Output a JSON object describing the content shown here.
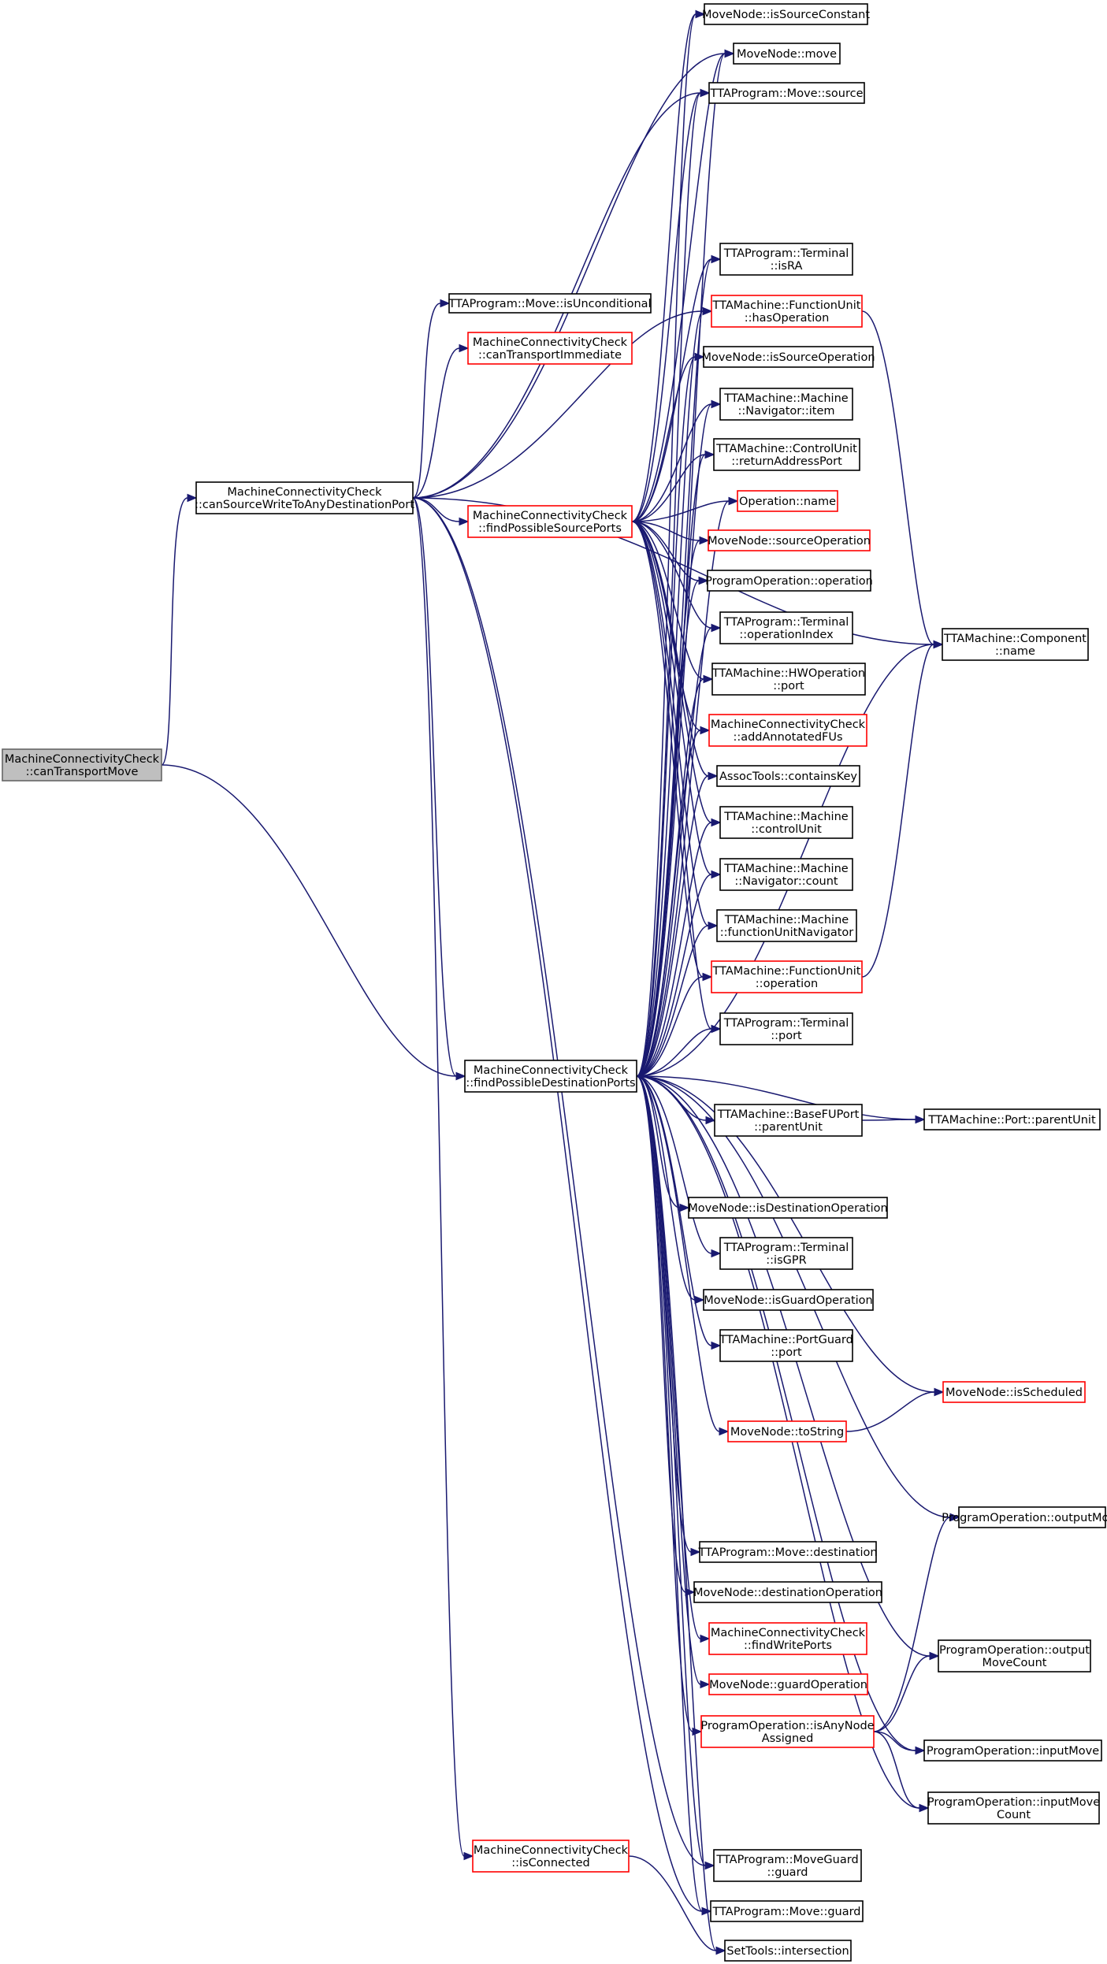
{
  "colors": {
    "edge": "#191970",
    "border_normal": "#000000",
    "border_red": "#ff0000",
    "border_root": "#666666",
    "fill_root": "#bfbfbf",
    "fill_normal": "#ffffff"
  },
  "nodes": [
    {
      "id": "root",
      "lines": [
        "MachineConnectivityCheck",
        "::canTransportMove"
      ],
      "style": "root"
    },
    {
      "id": "cswp",
      "lines": [
        "MachineConnectivityCheck",
        "::canSourceWriteToAnyDestinationPort"
      ],
      "style": "normal"
    },
    {
      "id": "isUncond",
      "lines": [
        "TTAProgram::Move::isUnconditional"
      ],
      "style": "normal"
    },
    {
      "id": "canTI",
      "lines": [
        "MachineConnectivityCheck",
        "::canTransportImmediate"
      ],
      "style": "red"
    },
    {
      "id": "fpsp",
      "lines": [
        "MachineConnectivityCheck",
        "::findPossibleSourcePorts"
      ],
      "style": "red"
    },
    {
      "id": "fpdp",
      "lines": [
        "MachineConnectivityCheck",
        "::findPossibleDestinationPorts"
      ],
      "style": "normal"
    },
    {
      "id": "isConn",
      "lines": [
        "MachineConnectivityCheck",
        "::isConnected"
      ],
      "style": "red"
    },
    {
      "id": "isSrcConst",
      "lines": [
        "MoveNode::isSourceConstant"
      ],
      "style": "normal"
    },
    {
      "id": "mnMove",
      "lines": [
        "MoveNode::move"
      ],
      "style": "normal"
    },
    {
      "id": "mvSource",
      "lines": [
        "TTAProgram::Move::source"
      ],
      "style": "normal"
    },
    {
      "id": "termIsRA",
      "lines": [
        "TTAProgram::Terminal",
        "::isRA"
      ],
      "style": "normal"
    },
    {
      "id": "fuHasOp",
      "lines": [
        "TTAMachine::FunctionUnit",
        "::hasOperation"
      ],
      "style": "red"
    },
    {
      "id": "isSrcOp",
      "lines": [
        "MoveNode::isSourceOperation"
      ],
      "style": "normal"
    },
    {
      "id": "navItem",
      "lines": [
        "TTAMachine::Machine",
        "::Navigator::item"
      ],
      "style": "normal"
    },
    {
      "id": "cuRAP",
      "lines": [
        "TTAMachine::ControlUnit",
        "::returnAddressPort"
      ],
      "style": "normal"
    },
    {
      "id": "opName",
      "lines": [
        "Operation::name"
      ],
      "style": "red"
    },
    {
      "id": "srcOp",
      "lines": [
        "MoveNode::sourceOperation"
      ],
      "style": "red"
    },
    {
      "id": "poOp",
      "lines": [
        "ProgramOperation::operation"
      ],
      "style": "normal"
    },
    {
      "id": "termOpIdx",
      "lines": [
        "TTAProgram::Terminal",
        "::operationIndex"
      ],
      "style": "normal"
    },
    {
      "id": "hwPort",
      "lines": [
        "TTAMachine::HWOperation",
        "::port"
      ],
      "style": "normal"
    },
    {
      "id": "addAnn",
      "lines": [
        "MachineConnectivityCheck",
        "::addAnnotatedFUs"
      ],
      "style": "red"
    },
    {
      "id": "containsKey",
      "lines": [
        "AssocTools::containsKey"
      ],
      "style": "normal"
    },
    {
      "id": "ctrlUnit",
      "lines": [
        "TTAMachine::Machine",
        "::controlUnit"
      ],
      "style": "normal"
    },
    {
      "id": "navCount",
      "lines": [
        "TTAMachine::Machine",
        "::Navigator::count"
      ],
      "style": "normal"
    },
    {
      "id": "fuNav",
      "lines": [
        "TTAMachine::Machine",
        "::functionUnitNavigator"
      ],
      "style": "normal"
    },
    {
      "id": "fuOperation",
      "lines": [
        "TTAMachine::FunctionUnit",
        "::operation"
      ],
      "style": "red"
    },
    {
      "id": "termPort",
      "lines": [
        "TTAProgram::Terminal",
        "::port"
      ],
      "style": "normal"
    },
    {
      "id": "compName",
      "lines": [
        "TTAMachine::Component",
        "::name"
      ],
      "style": "normal"
    },
    {
      "id": "baseParent",
      "lines": [
        "TTAMachine::BaseFUPort",
        "::parentUnit"
      ],
      "style": "normal"
    },
    {
      "id": "portParent",
      "lines": [
        "TTAMachine::Port::parentUnit"
      ],
      "style": "normal"
    },
    {
      "id": "isDstOp",
      "lines": [
        "MoveNode::isDestinationOperation"
      ],
      "style": "normal"
    },
    {
      "id": "termIsGPR",
      "lines": [
        "TTAProgram::Terminal",
        "::isGPR"
      ],
      "style": "normal"
    },
    {
      "id": "isGuardOp",
      "lines": [
        "MoveNode::isGuardOperation"
      ],
      "style": "normal"
    },
    {
      "id": "pgPort",
      "lines": [
        "TTAMachine::PortGuard",
        "::port"
      ],
      "style": "normal"
    },
    {
      "id": "isSched",
      "lines": [
        "MoveNode::isScheduled"
      ],
      "style": "red"
    },
    {
      "id": "toStr",
      "lines": [
        "MoveNode::toString"
      ],
      "style": "red"
    },
    {
      "id": "outMove",
      "lines": [
        "ProgramOperation::outputMove"
      ],
      "style": "normal"
    },
    {
      "id": "mvDest",
      "lines": [
        "TTAProgram::Move::destination"
      ],
      "style": "normal"
    },
    {
      "id": "dstOp",
      "lines": [
        "MoveNode::destinationOperation"
      ],
      "style": "normal"
    },
    {
      "id": "findWP",
      "lines": [
        "MachineConnectivityCheck",
        "::findWritePorts"
      ],
      "style": "red"
    },
    {
      "id": "guardOp",
      "lines": [
        "MoveNode::guardOperation"
      ],
      "style": "red"
    },
    {
      "id": "outMoveCount",
      "lines": [
        "ProgramOperation::output",
        "MoveCount"
      ],
      "style": "normal"
    },
    {
      "id": "isAnyNode",
      "lines": [
        "ProgramOperation::isAnyNode",
        "Assigned"
      ],
      "style": "red"
    },
    {
      "id": "inMove",
      "lines": [
        "ProgramOperation::inputMove"
      ],
      "style": "normal"
    },
    {
      "id": "inMoveCount",
      "lines": [
        "ProgramOperation::inputMove",
        "Count"
      ],
      "style": "normal"
    },
    {
      "id": "mgGuard",
      "lines": [
        "TTAProgram::MoveGuard",
        "::guard"
      ],
      "style": "normal"
    },
    {
      "id": "mvGuard",
      "lines": [
        "TTAProgram::Move::guard"
      ],
      "style": "normal"
    },
    {
      "id": "setInter",
      "lines": [
        "SetTools::intersection"
      ],
      "style": "normal"
    }
  ],
  "edges": [
    [
      "root",
      "cswp"
    ],
    [
      "root",
      "fpdp"
    ],
    [
      "cswp",
      "isUncond"
    ],
    [
      "cswp",
      "canTI"
    ],
    [
      "cswp",
      "fpsp"
    ],
    [
      "cswp",
      "fpdp"
    ],
    [
      "cswp",
      "isConn"
    ],
    [
      "cswp",
      "mnMove"
    ],
    [
      "cswp",
      "mvSource"
    ],
    [
      "cswp",
      "fuHasOp"
    ],
    [
      "cswp",
      "compName"
    ],
    [
      "cswp",
      "mgGuard"
    ],
    [
      "cswp",
      "mvGuard"
    ],
    [
      "fpsp",
      "isSrcConst"
    ],
    [
      "fpsp",
      "mnMove"
    ],
    [
      "fpsp",
      "mvSource"
    ],
    [
      "fpsp",
      "termIsRA"
    ],
    [
      "fpsp",
      "isSrcOp"
    ],
    [
      "fpsp",
      "navItem"
    ],
    [
      "fpsp",
      "cuRAP"
    ],
    [
      "fpsp",
      "opName"
    ],
    [
      "fpsp",
      "srcOp"
    ],
    [
      "fpsp",
      "poOp"
    ],
    [
      "fpsp",
      "termOpIdx"
    ],
    [
      "fpsp",
      "hwPort"
    ],
    [
      "fpsp",
      "addAnn"
    ],
    [
      "fpsp",
      "containsKey"
    ],
    [
      "fpsp",
      "ctrlUnit"
    ],
    [
      "fpsp",
      "navCount"
    ],
    [
      "fpsp",
      "fuNav"
    ],
    [
      "fpsp",
      "fuOperation"
    ],
    [
      "fpsp",
      "termPort"
    ],
    [
      "fpdp",
      "isSrcConst"
    ],
    [
      "fpdp",
      "mnMove"
    ],
    [
      "fpdp",
      "mvSource"
    ],
    [
      "fpdp",
      "termIsRA"
    ],
    [
      "fpdp",
      "fuHasOp"
    ],
    [
      "fpdp",
      "isSrcOp"
    ],
    [
      "fpdp",
      "navItem"
    ],
    [
      "fpdp",
      "cuRAP"
    ],
    [
      "fpdp",
      "opName"
    ],
    [
      "fpdp",
      "srcOp"
    ],
    [
      "fpdp",
      "poOp"
    ],
    [
      "fpdp",
      "termOpIdx"
    ],
    [
      "fpdp",
      "hwPort"
    ],
    [
      "fpdp",
      "addAnn"
    ],
    [
      "fpdp",
      "containsKey"
    ],
    [
      "fpdp",
      "ctrlUnit"
    ],
    [
      "fpdp",
      "navCount"
    ],
    [
      "fpdp",
      "fuNav"
    ],
    [
      "fpdp",
      "fuOperation"
    ],
    [
      "fpdp",
      "termPort"
    ],
    [
      "fpdp",
      "compName"
    ],
    [
      "fpdp",
      "baseParent"
    ],
    [
      "fpdp",
      "portParent"
    ],
    [
      "fpdp",
      "isDstOp"
    ],
    [
      "fpdp",
      "termIsGPR"
    ],
    [
      "fpdp",
      "isGuardOp"
    ],
    [
      "fpdp",
      "pgPort"
    ],
    [
      "fpdp",
      "isSched"
    ],
    [
      "fpdp",
      "toStr"
    ],
    [
      "fpdp",
      "outMove"
    ],
    [
      "fpdp",
      "mvDest"
    ],
    [
      "fpdp",
      "dstOp"
    ],
    [
      "fpdp",
      "findWP"
    ],
    [
      "fpdp",
      "guardOp"
    ],
    [
      "fpdp",
      "outMoveCount"
    ],
    [
      "fpdp",
      "isAnyNode"
    ],
    [
      "fpdp",
      "inMove"
    ],
    [
      "fpdp",
      "inMoveCount"
    ],
    [
      "fpdp",
      "mgGuard"
    ],
    [
      "fpdp",
      "mvGuard"
    ],
    [
      "fpdp",
      "setInter"
    ],
    [
      "fuHasOp",
      "compName"
    ],
    [
      "fuOperation",
      "compName"
    ],
    [
      "baseParent",
      "portParent"
    ],
    [
      "toStr",
      "isSched"
    ],
    [
      "isAnyNode",
      "outMove"
    ],
    [
      "isAnyNode",
      "outMoveCount"
    ],
    [
      "isAnyNode",
      "inMove"
    ],
    [
      "isAnyNode",
      "inMoveCount"
    ],
    [
      "isConn",
      "setInter"
    ]
  ]
}
